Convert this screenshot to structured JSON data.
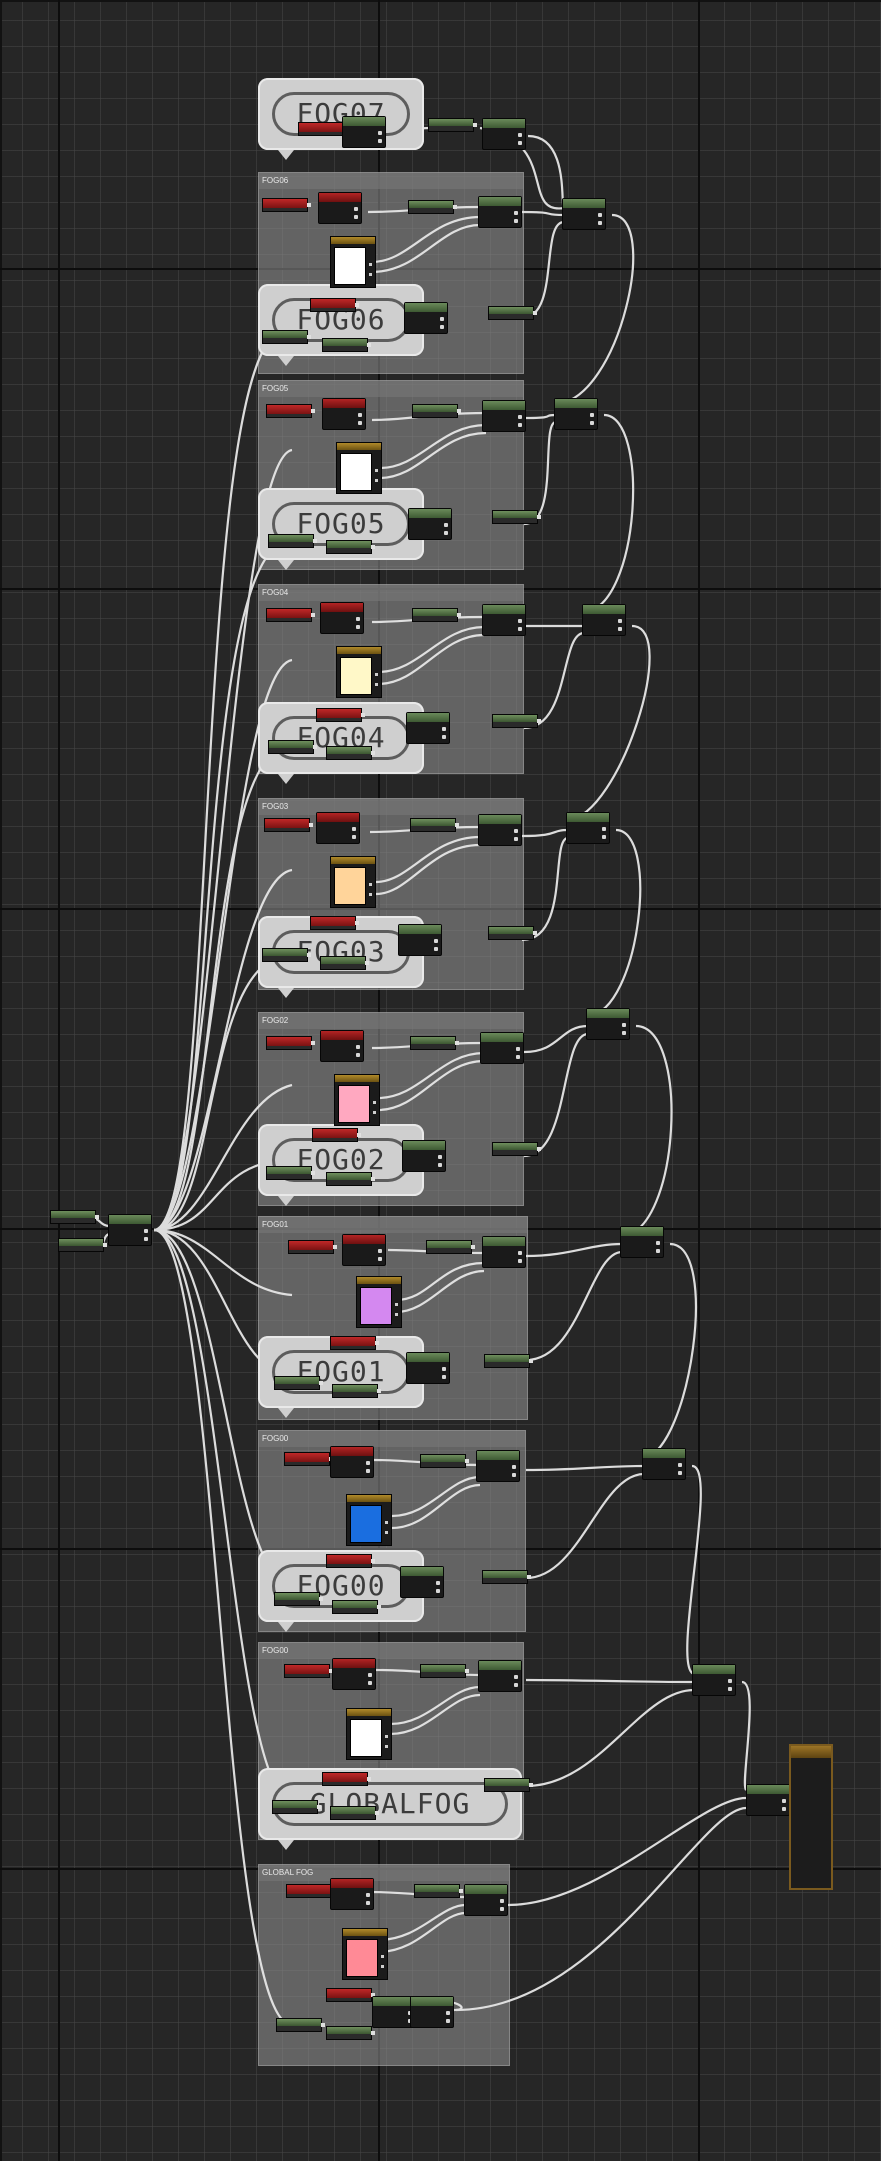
{
  "editor": {
    "groups": [
      {
        "id": "fog06",
        "title": "FOG06"
      },
      {
        "id": "fog05",
        "title": "FOG05"
      },
      {
        "id": "fog04",
        "title": "FOG04"
      },
      {
        "id": "fog03",
        "title": "FOG03"
      },
      {
        "id": "fog02",
        "title": "FOG02"
      },
      {
        "id": "fog01",
        "title": "FOG01"
      },
      {
        "id": "fog00",
        "title": "FOG00"
      },
      {
        "id": "global",
        "title": "GLOBAL FOG"
      }
    ],
    "comments": [
      {
        "id": "c7",
        "label": "FOG07"
      },
      {
        "id": "c6",
        "label": "FOG06"
      },
      {
        "id": "c5",
        "label": "FOG05"
      },
      {
        "id": "c4",
        "label": "FOG04"
      },
      {
        "id": "c3",
        "label": "FOG03"
      },
      {
        "id": "c2",
        "label": "FOG02"
      },
      {
        "id": "c1",
        "label": "FOG01"
      },
      {
        "id": "c0",
        "label": "FOG00"
      },
      {
        "id": "cg",
        "label": "GLOBALFOG"
      }
    ],
    "swatch_colors": {
      "fog06": "#ffffff",
      "fog05": "#ffffff",
      "fog04": "#fff8c8",
      "fog03": "#ffd49a",
      "fog02": "#ffa8c0",
      "fog01": "#d488f0",
      "fog00": "#1a6ee0",
      "global_a": "#ffffff",
      "global_b": "#ff8a96"
    },
    "colors": {
      "canvas": "#262626",
      "node_header_green": "#4d6b40",
      "node_header_red": "#9a1a1a",
      "node_header_gold": "#8a6a1e",
      "wire": "#e6e6e6"
    }
  }
}
